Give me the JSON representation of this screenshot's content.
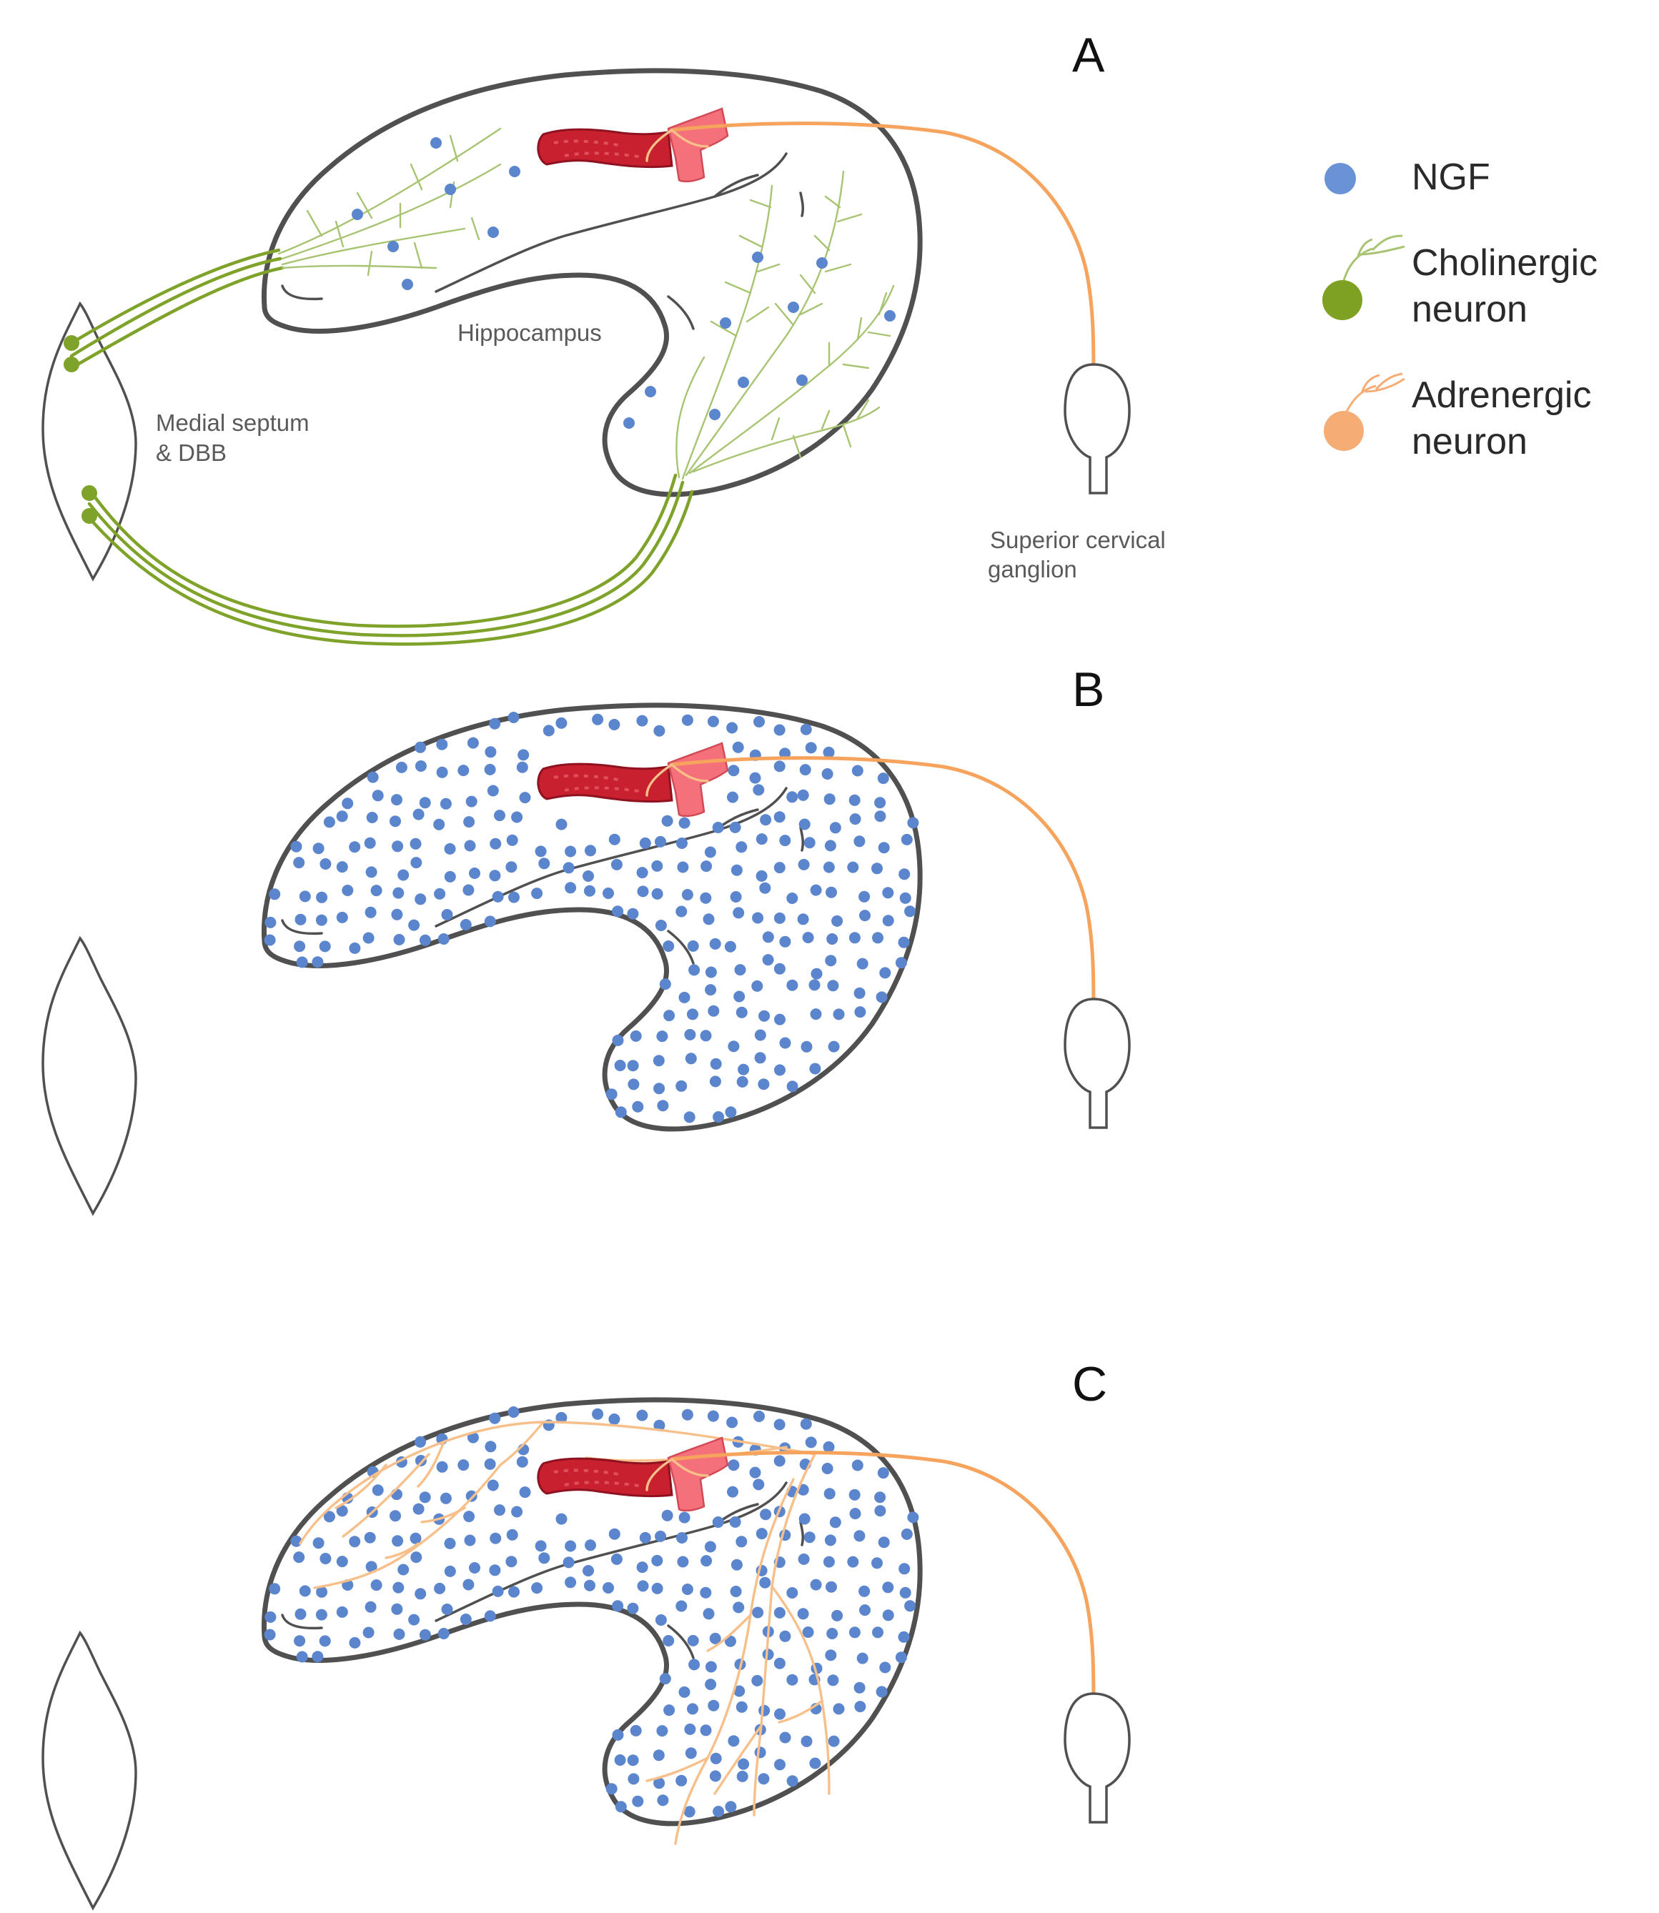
{
  "panels": [
    {
      "letter": "A"
    },
    {
      "letter": "B"
    },
    {
      "letter": "C"
    }
  ],
  "labels": {
    "hippocampus": "Hippocampus",
    "septum_line1": "Medial septum",
    "septum_line2": "& DBB",
    "scg_line1": "Superior cervical",
    "scg_line2": "ganglion"
  },
  "legend": [
    {
      "lines": [
        "NGF"
      ],
      "marker": "blue-dot",
      "color": "#6a93d6"
    },
    {
      "lines": [
        "Cholinergic",
        "neuron"
      ],
      "marker": "green-neuron",
      "color": "#7ea124"
    },
    {
      "lines": [
        "Adrenergic",
        "neuron"
      ],
      "marker": "orange-neuron",
      "color": "#f6ad75"
    }
  ],
  "colors": {
    "ngf": "#5b85cc",
    "cholinergic": "#7fa32a",
    "adrenergic": "#f5a35d",
    "blood_vessel": "#c8202e",
    "outline": "#505050"
  },
  "ngf_density": {
    "A": "low",
    "B": "high",
    "C": "high"
  }
}
